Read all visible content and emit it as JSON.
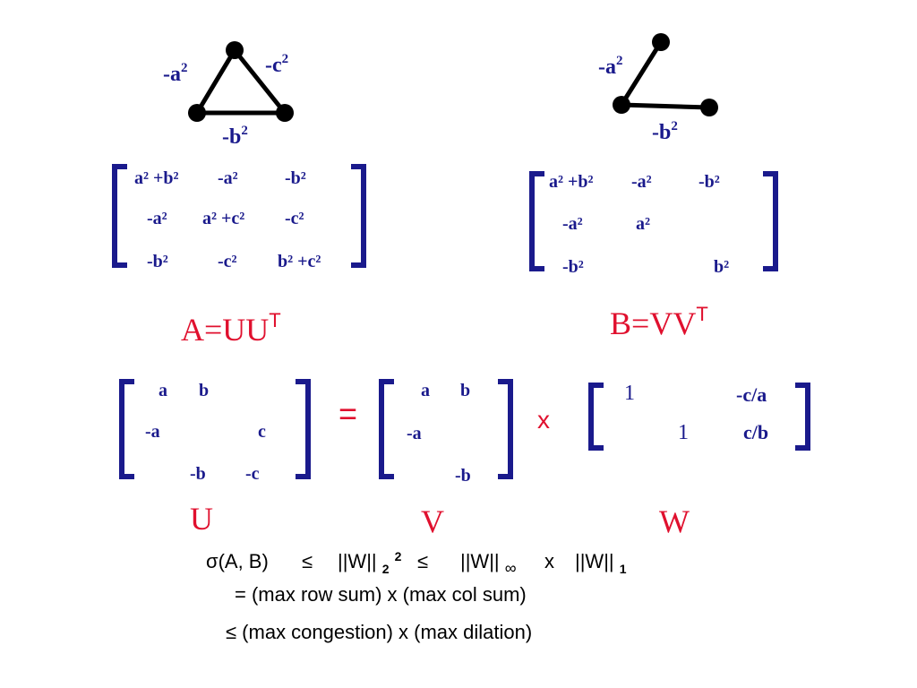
{
  "graph_a": {
    "edge_labels": {
      "left": "-a",
      "right": "-c",
      "bottom": "-b"
    },
    "exponent": "2"
  },
  "graph_b": {
    "edge_labels": {
      "upper": "-a",
      "lower": "-b"
    },
    "exponent": "2"
  },
  "matrix_a": {
    "rows": [
      [
        "a² +b²",
        "-a²",
        "-b²"
      ],
      [
        "-a²",
        "a² +c²",
        "-c²"
      ],
      [
        "-b²",
        "-c²",
        "b² +c²"
      ]
    ]
  },
  "matrix_b": {
    "rows": [
      [
        "a² +b²",
        "-a²",
        "-b²"
      ],
      [
        "-a²",
        "a²",
        ""
      ],
      [
        "-b²",
        "",
        "b²"
      ]
    ]
  },
  "captions": {
    "a_eq": "A=UU",
    "b_eq": "B=VV",
    "transpose": "T",
    "u": "U",
    "v": "V",
    "w": "W",
    "equals": "=",
    "times": "x"
  },
  "matrix_u": {
    "rows": [
      [
        "a",
        "b",
        ""
      ],
      [
        "-a",
        "",
        "c"
      ],
      [
        "",
        "-b",
        "-c"
      ]
    ]
  },
  "matrix_v": {
    "rows": [
      [
        "a",
        "b"
      ],
      [
        "-a",
        ""
      ],
      [
        "",
        "-b"
      ]
    ]
  },
  "matrix_w": {
    "rows": [
      [
        "1",
        "",
        "-c/a"
      ],
      [
        "",
        "1",
        "c/b"
      ]
    ]
  },
  "formula": {
    "line1": {
      "sigma": "σ(A, B)",
      "le1": "≤",
      "norm2": "||W||",
      "norm2_sub": "2",
      "norm2_sup": "2",
      "le2": "≤",
      "norminf": "||W||",
      "norminf_sub": "∞",
      "times": "x",
      "norm1": "||W||",
      "norm1_sub": "1"
    },
    "line2": "= (max row sum) x (max col sum)",
    "line3": "≤ (max congestion) x (max dilation)"
  },
  "colors": {
    "matrix_text": "#1a1a8c",
    "caption": "#e0102e",
    "graph": "#000000"
  }
}
